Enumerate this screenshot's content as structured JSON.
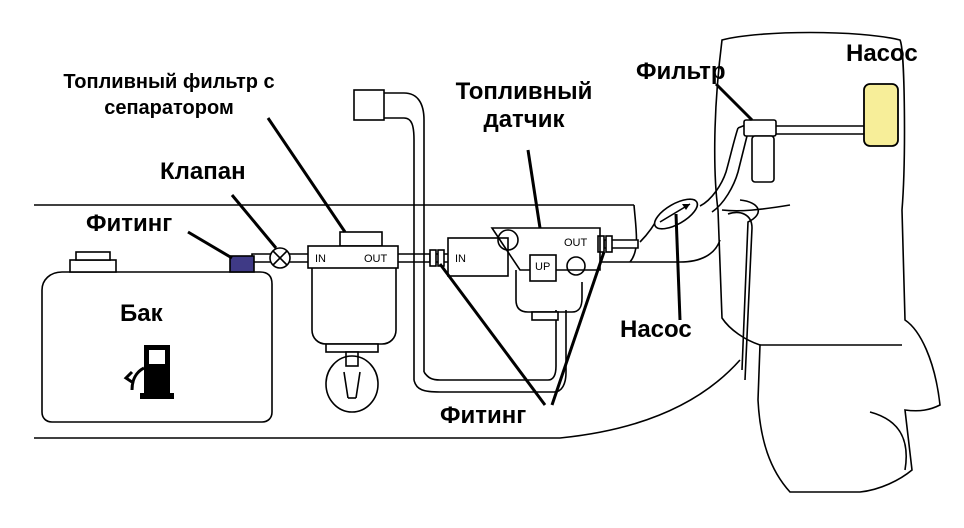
{
  "labels": {
    "tank": "Бак",
    "valve": "Клапан",
    "fitting_left": "Фитинг",
    "separator_filter_line1": "Топливный фильтр с",
    "separator_filter_line2": "сепаратором",
    "fuel_sensor_line1": "Топливный",
    "fuel_sensor_line2": "датчик",
    "filter": "Фильтр",
    "pump_top": "Насос",
    "pump_primer": "Насос",
    "fitting_bottom": "Фитинг"
  },
  "part_marks": {
    "filter_in": "IN",
    "filter_out": "OUT",
    "sensor_in": "IN",
    "sensor_out": "OUT",
    "sensor_up": "UP"
  },
  "icons": {
    "tank_symbol": "fuel-pump-icon"
  },
  "colors": {
    "pump_fill": "#f7ee99",
    "fitting_fill": "#3f3a86"
  }
}
